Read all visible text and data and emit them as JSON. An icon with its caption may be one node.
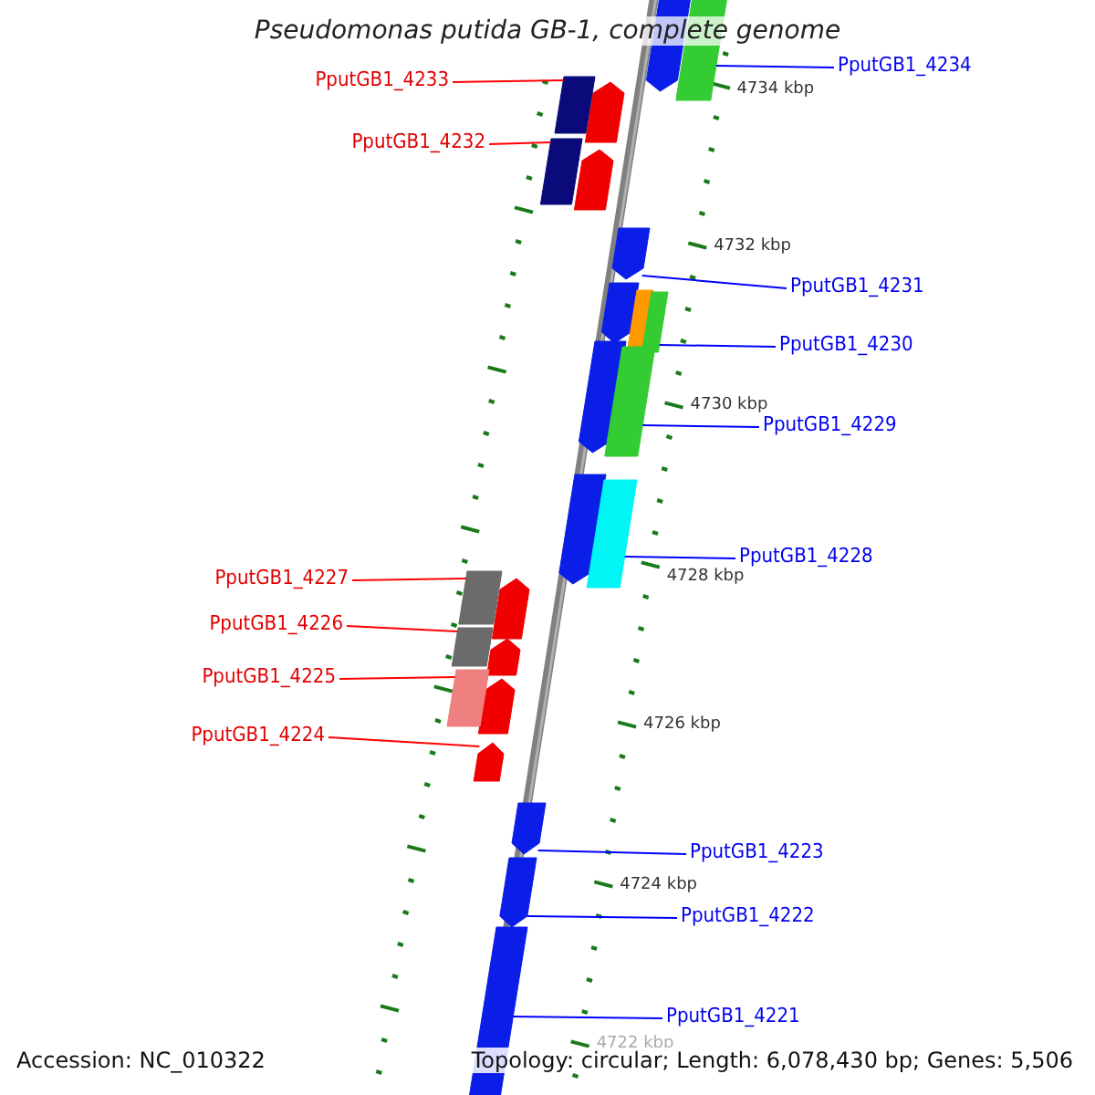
{
  "diagram": {
    "title": "Pseudomonas putida GB-1, complete genome",
    "nodes": [
      {
        "text": [
          "PputGB1_4234"
        ]
      },
      {
        "text": [
          "PputGB1_4233"
        ]
      },
      {
        "text": [
          "PputGB1_4232"
        ]
      },
      {
        "text": [
          "PputGB1_4231"
        ]
      },
      {
        "text": [
          "PputGB1_4230"
        ]
      },
      {
        "text": [
          "PputGB1_4229"
        ]
      },
      {
        "text": [
          "PputGB1_4228"
        ]
      },
      {
        "text": [
          "PputGB1_4227"
        ]
      },
      {
        "text": [
          "PputGB1_4226"
        ]
      },
      {
        "text": [
          "PputGB1_4225"
        ]
      },
      {
        "text": [
          "PputGB1_4224"
        ]
      },
      {
        "text": [
          "PputGB1_4223"
        ]
      },
      {
        "text": [
          "PputGB1_4222"
        ]
      },
      {
        "text": [
          "PputGB1_4221"
        ]
      },
      {
        "text": [],
        "shape": "picture"
      },
      {
        "text": [],
        "shape": "picture"
      },
      {
        "text": [],
        "shape": "picture"
      },
      {
        "text": [],
        "shape": "picture"
      },
      {
        "text": [],
        "shape": "picture"
      },
      {
        "text": [],
        "shape": "picture"
      },
      {
        "text": [],
        "shape": "picture"
      },
      {
        "text": [],
        "shape": "picture"
      },
      {
        "text": [],
        "shape": "picture"
      },
      {
        "text": [],
        "shape": "picture"
      },
      {
        "text": [],
        "shape": "picture"
      },
      {
        "text": [],
        "shape": "picture"
      },
      {
        "text": [],
        "shape": "picture"
      },
      {
        "text": [],
        "shape": "picture"
      }
    ],
    "edges": [
      {
        "from": 0,
        "to": 14,
        "arrow": "none"
      },
      {
        "from": 1,
        "to": 15,
        "arrow": "none",
        "color": "#ff0000"
      },
      {
        "from": 2,
        "to": 16,
        "arrow": "none",
        "color": "#ff0000"
      },
      {
        "from": 3,
        "to": 17,
        "arrow": "none"
      },
      {
        "from": 4,
        "to": 18,
        "arrow": "none"
      },
      {
        "from": 5,
        "to": 19,
        "arrow": "none"
      },
      {
        "from": 6,
        "to": 20,
        "arrow": "none"
      },
      {
        "from": 7,
        "to": 21,
        "arrow": "none",
        "color": "#ff0000"
      },
      {
        "from": 8,
        "to": 22,
        "arrow": "none",
        "color": "#ff0000"
      },
      {
        "from": 9,
        "to": 23,
        "arrow": "none",
        "color": "#ff0000"
      },
      {
        "from": 10,
        "to": 24,
        "arrow": "none",
        "color": "#ff0000"
      },
      {
        "from": 11,
        "to": 25,
        "arrow": "none"
      },
      {
        "from": 12,
        "to": 26,
        "arrow": "none"
      },
      {
        "from": 13,
        "to": 27,
        "arrow": "none"
      }
    ],
    "labels": [
      "4734 kbp",
      "4732 kbp",
      "4730 kbp",
      "4728 kbp",
      "4726 kbp",
      "4724 kbp",
      "4722 kbp",
      "Accession: NC_010322",
      "Topology: circular; Length: 6,078,430 bp; Genes: 5,506"
    ]
  }
}
